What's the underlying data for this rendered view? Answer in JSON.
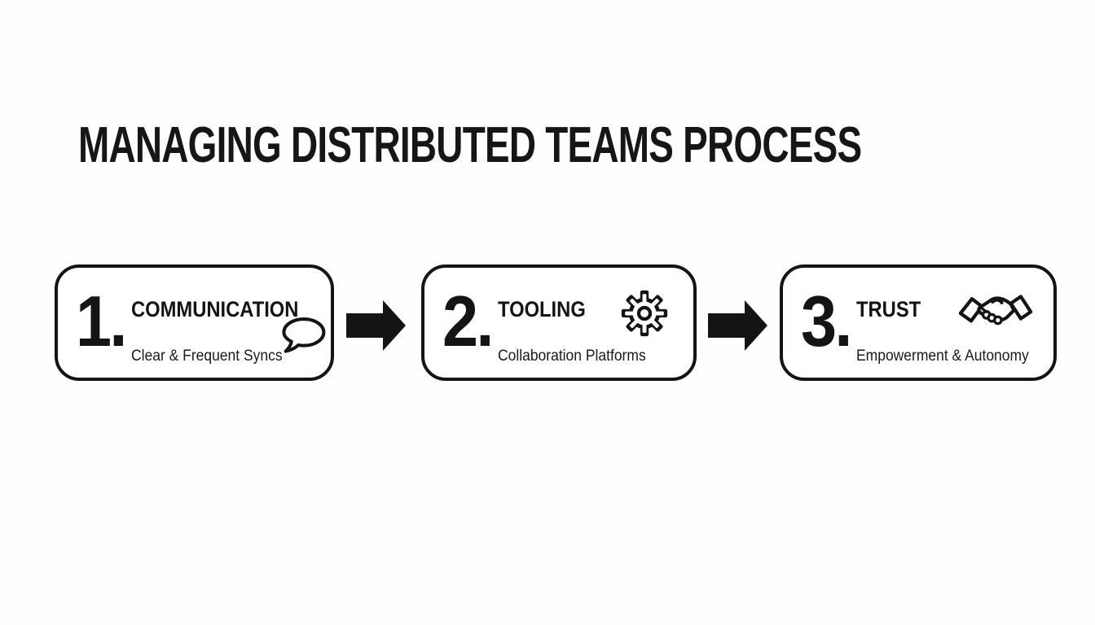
{
  "title": "MANAGING DISTRIBUTED TEAMS PROCESS",
  "colors": {
    "ink": "#141414",
    "background": "#fdfefe",
    "card_fill": "#ffffff"
  },
  "steps": [
    {
      "number": "1.",
      "title": "COMMUNICATION",
      "subtitle": "Clear & Frequent Syncs",
      "icon": "speech-bubble-icon"
    },
    {
      "number": "2.",
      "title": "TOOLING",
      "subtitle": "Collaboration Platforms",
      "icon": "gear-icon"
    },
    {
      "number": "3.",
      "title": "TRUST",
      "subtitle": "Empowerment & Autonomy",
      "icon": "handshake-icon"
    }
  ],
  "connectors": [
    {
      "type": "arrow-right"
    },
    {
      "type": "arrow-right"
    }
  ]
}
